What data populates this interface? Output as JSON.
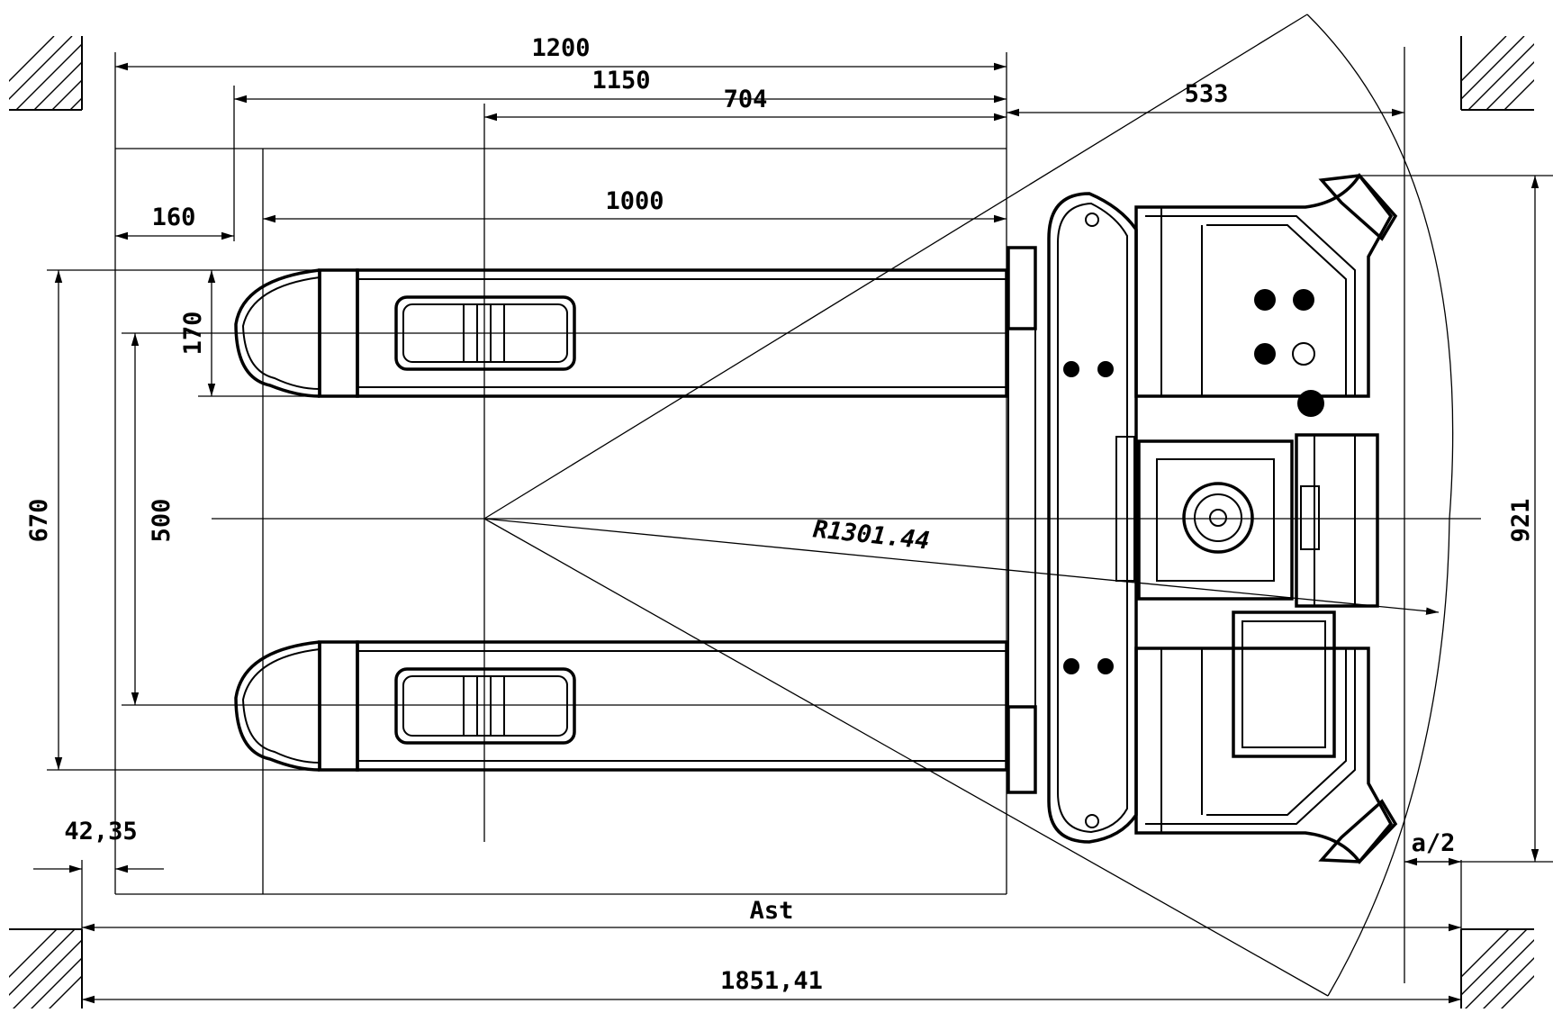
{
  "dimensions": {
    "d1200": "1200",
    "d1150": "1150",
    "d704": "704",
    "d533": "533",
    "d1000": "1000",
    "d160": "160",
    "d170": "170",
    "d670": "670",
    "d500": "500",
    "d921": "921",
    "radius": "R1301.44",
    "offset": "42,35",
    "half_a": "a/2",
    "ast": "Ast",
    "total": "1851,41"
  }
}
